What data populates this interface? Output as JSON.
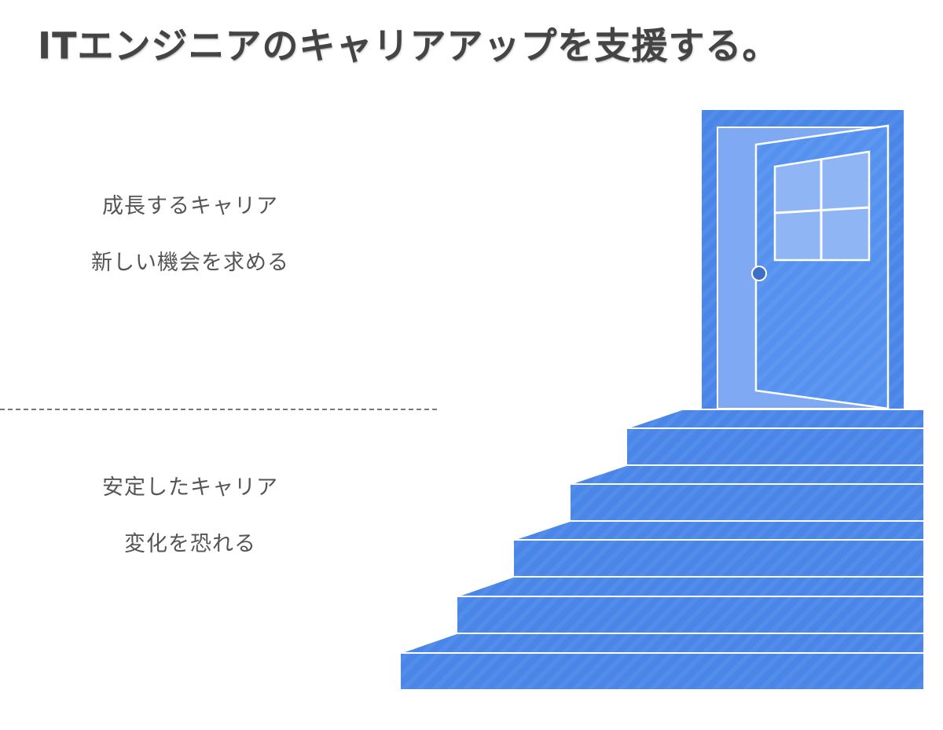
{
  "title": "ITエンジニアのキャリアアップを支援する。",
  "upper": {
    "line1": "成長するキャリア",
    "line2": "新しい機会を求める"
  },
  "lower": {
    "line1": "安定したキャリア",
    "line2": "変化を恐れる"
  },
  "colors": {
    "blue": "#4a86e8",
    "blue_dark": "#3f78d6",
    "blue_light": "#7fa9f2",
    "text": "#555555",
    "title": "#444444"
  },
  "icons": {
    "door": "door-icon",
    "stairs": "stairs-icon"
  }
}
